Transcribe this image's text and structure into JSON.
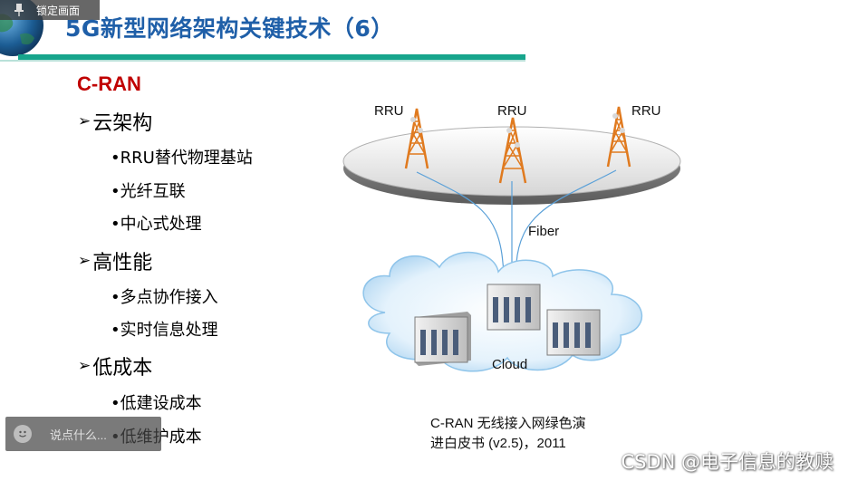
{
  "toolbar": {
    "lock_label": "锁定画面"
  },
  "slide": {
    "title": "5G新型网络架构关键技术（6）",
    "section": "C-RAN",
    "groups": [
      {
        "label": "云架构",
        "items": [
          "RRU替代物理基站",
          "光纤互联",
          "中心式处理"
        ]
      },
      {
        "label": "高性能",
        "items": [
          "多点协作接入",
          "实时信息处理"
        ]
      },
      {
        "label": "低成本",
        "items": [
          "低建设成本",
          "低维护成本"
        ]
      }
    ],
    "bullet_dot": "•",
    "arrow": "➢",
    "diagram": {
      "rru_labels": [
        "RRU",
        "RRU",
        "RRU"
      ],
      "fiber_label": "Fiber",
      "cloud_label": "Cloud"
    },
    "caption_line1": "C-RAN 无线接入网绿色演",
    "caption_line2": "进白皮书 (v2.5)，2011"
  },
  "comment_box": {
    "placeholder": "说点什么..."
  },
  "watermark": "CSDN @电子信息的教赎",
  "colors": {
    "title": "#1f5fa8",
    "accent_line": "#17a58c",
    "section": "#c00000",
    "tower": "#e07a1f"
  }
}
